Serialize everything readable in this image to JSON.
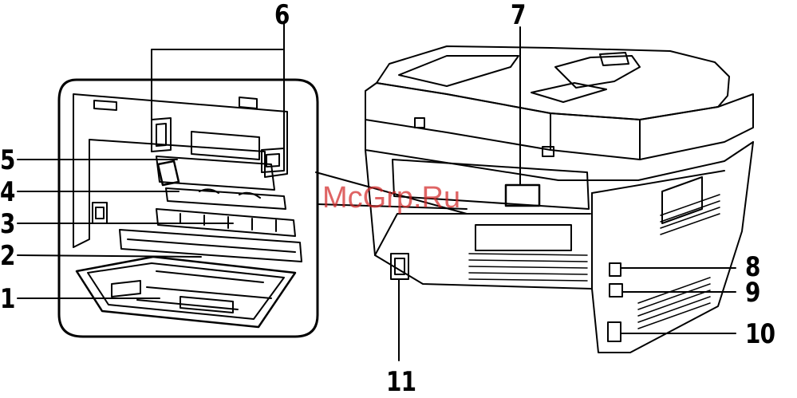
{
  "diagram": {
    "callouts": [
      {
        "id": "c1",
        "label": "1"
      },
      {
        "id": "c2",
        "label": "2"
      },
      {
        "id": "c3",
        "label": "3"
      },
      {
        "id": "c4",
        "label": "4"
      },
      {
        "id": "c5",
        "label": "5"
      },
      {
        "id": "c6",
        "label": "6"
      },
      {
        "id": "c7",
        "label": "7"
      },
      {
        "id": "c8",
        "label": "8"
      },
      {
        "id": "c9",
        "label": "9"
      },
      {
        "id": "c10",
        "label": "10"
      },
      {
        "id": "c11",
        "label": "11"
      }
    ],
    "watermark": "McGrp.Ru",
    "colors": {
      "line": "#000000",
      "fill": "#ffffff",
      "watermark": "#d22828"
    }
  }
}
